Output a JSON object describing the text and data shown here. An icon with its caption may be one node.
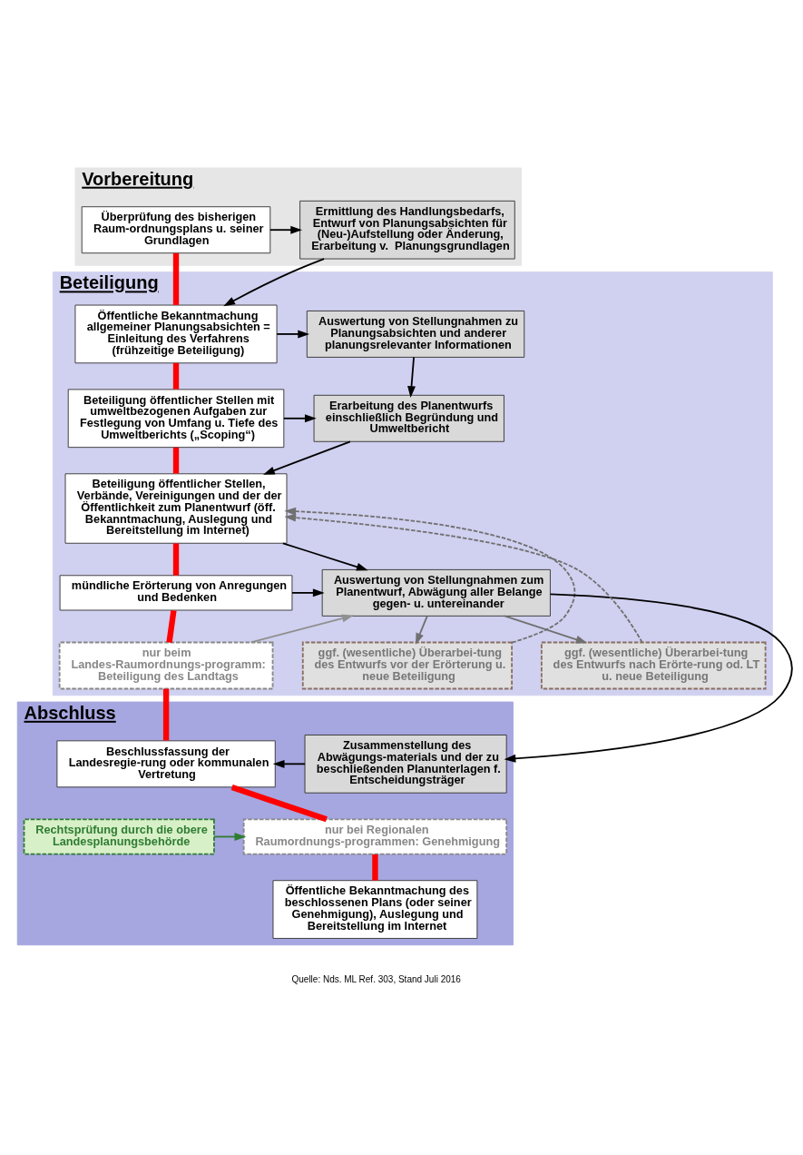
{
  "diagram": {
    "nodes": [
      {
        "text": [
          "Vorbereitung"
        ]
      },
      {
        "text": [
          "Überprüfung des bisherigen Raum-ordnungsplans u. seiner Grundlagen"
        ],
        "in": 0
      },
      {
        "text": [
          "Ermittlung des Handlungsbedarfs, Entwurf von Planungsabsichten für (Neu-)Aufstellung oder Änderung, Erarbeitung v.  Planungsgrundlagen"
        ],
        "in": 0
      },
      {
        "text": [
          "Beteiligung"
        ]
      },
      {
        "text": [
          "Öffentliche Bekanntmachung allgemeiner Planungsabsichten = Einleitung des Verfahrens (frühzeitige Beteiligung)"
        ],
        "in": 3
      },
      {
        "text": [
          "Auswertung von Stellungnahmen zu Planungsabsichten und anderer planungsrelevanter Informationen"
        ],
        "in": 3
      },
      {
        "text": [
          "Beteiligung öffentlicher Stellen mit umweltbezogenen Aufgaben zur Festlegung von Umfang u. Tiefe des Umweltberichts („Scoping“)"
        ],
        "in": 3
      },
      {
        "text": [
          "Erarbeitung des Planentwurfs einschließlich Begründung und Umweltbericht"
        ],
        "in": 3
      },
      {
        "text": [
          "Beteiligung öffentlicher Stellen, Verbände, Vereinigungen und der der Öffentlichkeit zum Planentwurf (öff. Bekanntmachung, Auslegung und Bereitstellung im Internet)"
        ],
        "in": 3
      },
      {
        "text": [
          "ggf. (wesentliche) Überarbei-tung des Entwurfs vor der Erörterung u. neue Beteiligung"
        ],
        "in": 3
      },
      {
        "text": [
          "mündliche Erörterung von Anregungen und Bedenken"
        ],
        "in": 3
      },
      {
        "text": [
          "Auswertung von Stellungnahmen zum Planentwurf, Abwägung aller Belange gegen- u. untereinander"
        ],
        "in": 3
      },
      {
        "text": [
          "nur beim Landes-Raumordnungs-programm: Beteiligung des Landtags"
        ],
        "in": 3
      },
      {
        "text": [
          "ggf. (wesentliche) Überarbei-tung des Entwurfs nach Erörte-rung od. LT u. neue Beteiligung"
        ],
        "in": 3
      },
      {
        "text": [
          "Abschluss"
        ]
      },
      {
        "text": [
          "Zusammenstellung des Abwägungs-materials und der zu beschließenden Planunterlagen f. Entscheidungsträger"
        ],
        "in": 14
      },
      {
        "text": [
          "Beschlussfassung der Landesregie-rung oder kommunalen Vertretung"
        ],
        "in": 14
      },
      {
        "text": [
          "nur bei Regionalen Raumordnungs-programmen: Genehmigung"
        ],
        "in": 14
      },
      {
        "text": [
          "Rechtsprüfung durch die obere Landesplanungsbehörde"
        ],
        "in": 14
      },
      {
        "text": [
          "Öffentliche Bekanntmachung des beschlossenen Plans (oder seiner Genehmigung), Auslegung und Bereitstellung im Internet"
        ],
        "in": 14
      }
    ],
    "edges": [
      {
        "from": 1,
        "to": 4,
        "arrow": "none",
        "style": "thick",
        "color": "#ff0000"
      },
      {
        "from": 4,
        "to": 6,
        "arrow": "none",
        "style": "thick",
        "color": "#ff0000"
      },
      {
        "from": 6,
        "to": 8,
        "arrow": "none",
        "style": "thick",
        "color": "#ff0000"
      },
      {
        "from": 8,
        "to": 10,
        "arrow": "none",
        "style": "thick",
        "color": "#ff0000"
      },
      {
        "from": 10,
        "to": 12,
        "arrow": "none",
        "style": "thick",
        "color": "#ff0000"
      },
      {
        "from": 12,
        "to": 16,
        "arrow": "none",
        "style": "thick",
        "color": "#ff0000"
      },
      {
        "from": 16,
        "to": 17,
        "arrow": "none",
        "style": "thick",
        "color": "#ff0000"
      },
      {
        "from": 17,
        "to": 19,
        "arrow": "none",
        "style": "thick",
        "color": "#ff0000"
      },
      {
        "from": 1,
        "to": 2,
        "arrow": "to"
      },
      {
        "from": 2,
        "to": 4,
        "arrow": "to"
      },
      {
        "from": 4,
        "to": 5,
        "arrow": "to"
      },
      {
        "from": 5,
        "to": 7,
        "arrow": "to"
      },
      {
        "from": 6,
        "to": 7,
        "arrow": "to"
      },
      {
        "from": 7,
        "to": 8,
        "arrow": "to"
      },
      {
        "from": 8,
        "to": 11,
        "arrow": "to"
      },
      {
        "from": 10,
        "to": 11,
        "arrow": "to"
      },
      {
        "from": 12,
        "to": 11,
        "arrow": "to",
        "color": "#909090"
      },
      {
        "from": 11,
        "to": 9,
        "arrow": "to",
        "color": "#707070"
      },
      {
        "from": 9,
        "to": 8,
        "arrow": "to",
        "style": "dashed",
        "color": "#707070"
      },
      {
        "from": 11,
        "to": 13,
        "arrow": "to",
        "color": "#707070"
      },
      {
        "from": 13,
        "to": 8,
        "arrow": "to",
        "style": "dashed",
        "color": "#707070"
      },
      {
        "from": 11,
        "to": 15,
        "arrow": "to"
      },
      {
        "from": 15,
        "to": 16,
        "arrow": "to"
      },
      {
        "from": 18,
        "to": 17,
        "arrow": "to",
        "color": "#2e7d32"
      }
    ],
    "labels": [
      "Quelle: Nds. ML Ref. 303, Stand Juli 2016"
    ]
  }
}
